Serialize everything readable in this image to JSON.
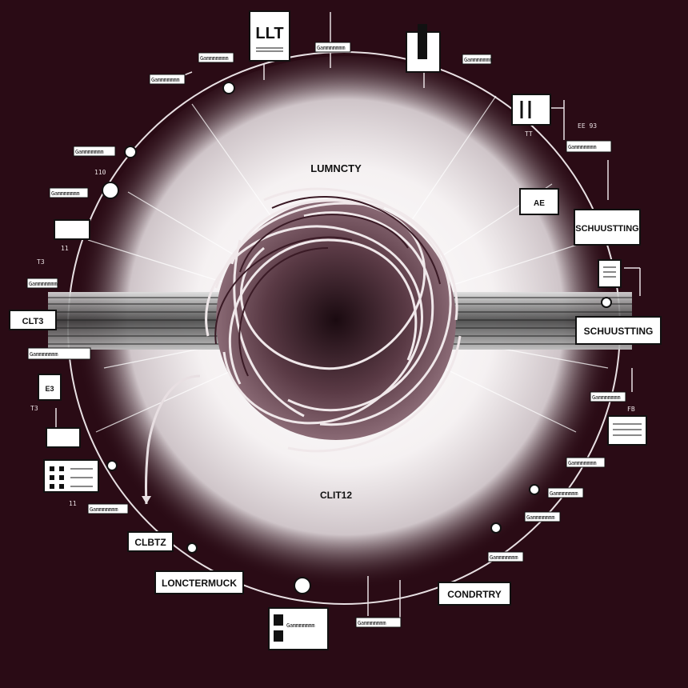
{
  "center": {
    "top_label": "LUMNCTY",
    "bottom_label": "CLIT12"
  },
  "callouts": {
    "top_box": "LLT",
    "right_upper": "SCHUUSTTING",
    "right_band": "SCHUUSTTING",
    "left_band": "CLT3",
    "left_cube": "CLBTZ",
    "bottom_left": "LONCTERMUCK",
    "bottom_right": "CONDRTRY",
    "bottom_center": "Gammmmmmm",
    "filler_text": "Gammmmmmm",
    "right_box_text": "AE",
    "left_box_text": "E3"
  },
  "tick_texts": [
    "110",
    "11",
    "T3",
    "11",
    "T3",
    "TT",
    "EE 93",
    "FB"
  ],
  "colors": {
    "background": "#2a0b15",
    "glow": "#ffffff",
    "ink": "#111111",
    "cable_dark": "#4a2a35"
  }
}
